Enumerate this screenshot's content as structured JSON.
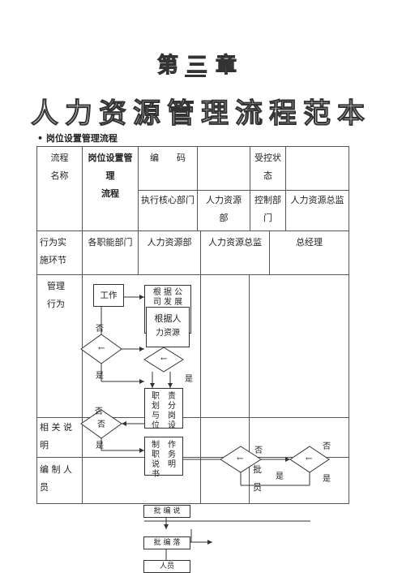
{
  "header": {
    "chapter": "第三章",
    "title": "人力资源管理流程范本",
    "section": "• 岗位设置管理流程"
  },
  "table": {
    "process_name_label": [
      "流程",
      "名称"
    ],
    "process_name_value": [
      "岗位设置管",
      "理",
      "流程"
    ],
    "code_label": "编　　码",
    "controlled_label": [
      "受控状",
      "态"
    ],
    "exec_dept_label": "执行核心部门",
    "hr_dept": [
      "人力资源",
      "部"
    ],
    "control_dept": [
      "控制部",
      "门"
    ],
    "hr_director": "人力资源总监",
    "actor_label": [
      "行为实",
      "施环节"
    ],
    "actors": [
      "各职能部门",
      "人力资源部",
      "人力资源总监",
      "总经理"
    ],
    "mgmt_label": [
      "管理",
      "行为"
    ],
    "related_label": [
      "相 关 说",
      "明"
    ],
    "editor_label": [
      "编 制 人",
      "员"
    ],
    "approve_cell": [
      "批",
      "员"
    ]
  },
  "flow": {
    "work_box": "工作",
    "hr_box_1": [
      "根 据 公",
      "司 发 展"
    ],
    "hr_box_2": [
      "根据人",
      "力资源"
    ],
    "duty_box_cols": [
      [
        "职",
        "划",
        "与",
        "位"
      ],
      [
        "责",
        "分",
        "岗",
        "设"
      ]
    ],
    "job_box_cols": [
      [
        "制",
        "职",
        "说",
        "书"
      ],
      [
        "作",
        "务",
        "明"
      ]
    ],
    "no_label": "否",
    "yes_label": "是",
    "decision_mark": "←",
    "bottom_box_1": "批 编 说",
    "bottom_box_2": "批 编 落",
    "bottom_box_3": "人员"
  }
}
